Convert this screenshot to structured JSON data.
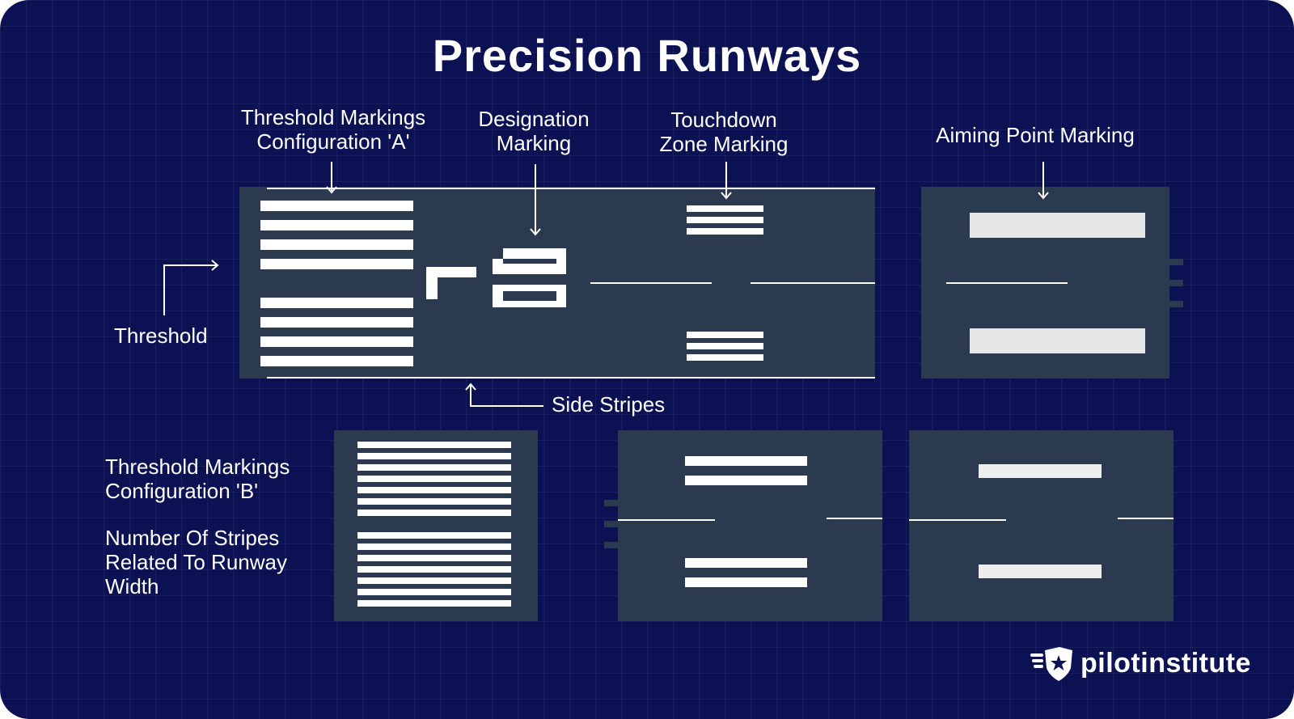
{
  "title": "Precision Runways",
  "labels": {
    "threshold_a": [
      "Threshold Markings",
      "Configuration 'A'"
    ],
    "designation": [
      "Designation",
      "Marking"
    ],
    "touchdown": [
      "Touchdown",
      "Zone Marking"
    ],
    "aiming_point": "Aiming Point Marking",
    "threshold": "Threshold",
    "side_stripes": "Side Stripes",
    "threshold_b": [
      "Threshold Markings",
      "Configuration 'B'"
    ],
    "stripes_width": [
      "Number Of Stripes",
      "Related To Runway",
      "Width"
    ]
  },
  "designation_marking": "L20",
  "brand": "pilotinstitute",
  "colors": {
    "background": "#0b1152",
    "runway": "#2b3a4f",
    "marking": "#ffffff",
    "aiming_mark": "#e6e6e6",
    "label": "#ffffff"
  },
  "icons": {
    "logo": "shield-star-wings-icon"
  }
}
